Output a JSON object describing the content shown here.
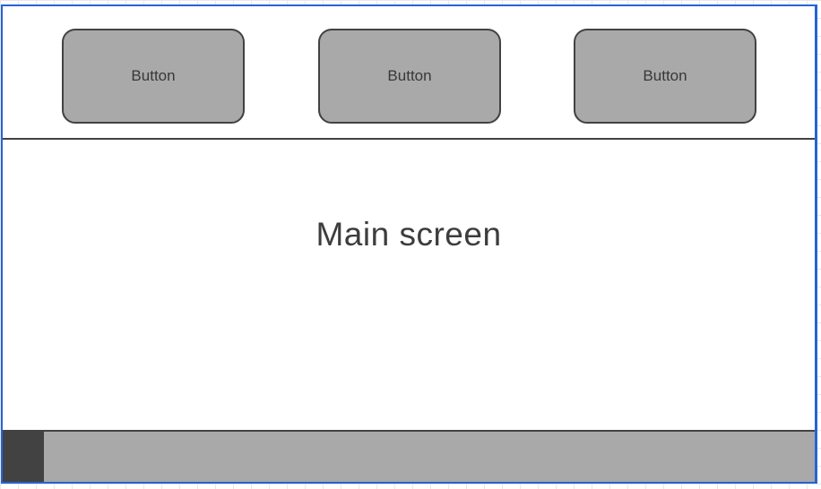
{
  "frame": {
    "name": "main-screen-mockup"
  },
  "toolbar": {
    "buttons": [
      {
        "label": "Button"
      },
      {
        "label": "Button"
      },
      {
        "label": "Button"
      }
    ]
  },
  "main": {
    "title": "Main screen"
  },
  "taskbar": {
    "tile": "dark-tile"
  },
  "colors": {
    "frame_border": "#2563d6",
    "divider": "#424242",
    "button_fill": "#a9a9a9",
    "button_border": "#424242",
    "button_text": "#383838",
    "title_text": "#3d3d3d",
    "taskbar_fill": "#a9a9a9",
    "taskbar_border": "#424242",
    "taskbar_tile": "#424242",
    "grid_line": "#e8e8e8"
  }
}
